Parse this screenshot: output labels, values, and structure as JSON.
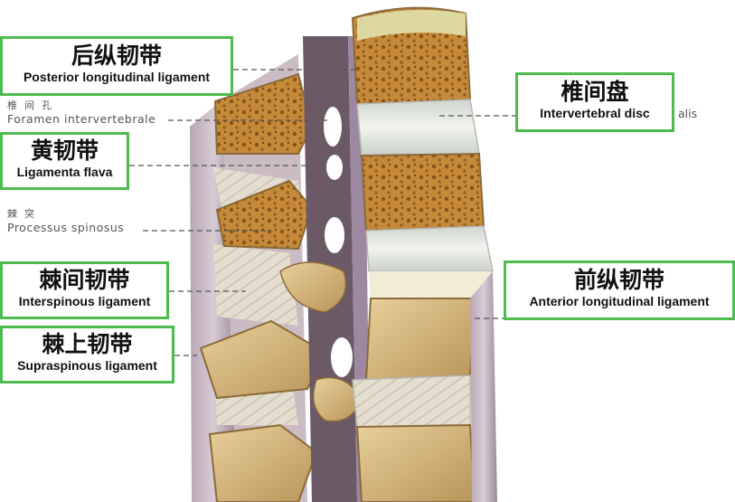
{
  "labels": {
    "posterior_longitudinal": {
      "zh": "后纵韧带",
      "en": "Posterior longitudinal ligament"
    },
    "ligamenta_flava": {
      "zh": "黄韧带",
      "en": "Ligamenta flava"
    },
    "interspinous": {
      "zh": "棘间韧带",
      "en": "Interspinous ligament"
    },
    "supraspinous": {
      "zh": "棘上韧带",
      "en": "Supraspinous ligament"
    },
    "intervertebral_disc": {
      "zh": "椎间盘",
      "en": "Intervertebral disc"
    },
    "anterior_longitudinal": {
      "zh": "前纵韧带",
      "en": "Anterior longitudinal ligament"
    }
  },
  "small_labels": {
    "foramen": {
      "zh": "椎间孔",
      "en": "Foramen intervertebrale"
    },
    "processus": {
      "zh": "棘突",
      "en": "Processus spinosus"
    },
    "partial_text": "alis"
  },
  "colors": {
    "box_border": "#4dbb4d",
    "bone": "#d9b77a",
    "cancellous": "#a0641e",
    "disc": "#e8ece4",
    "ligament": "#8c6f86"
  }
}
